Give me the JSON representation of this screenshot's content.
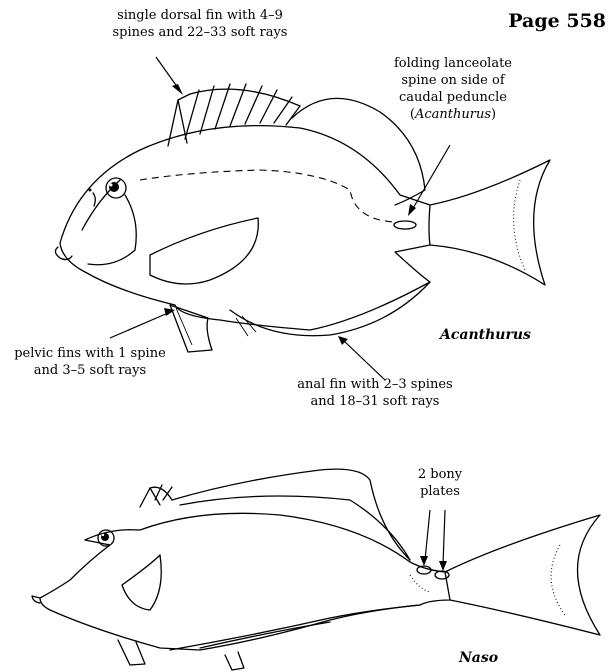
{
  "page_number": "Page 558",
  "fish_1": {
    "name": "Acanthurus",
    "dorsal_label": [
      "single dorsal fin with 4–9",
      "spines and 22–33 soft rays"
    ],
    "peduncle_label": {
      "lines": [
        "folding lanceolate",
        "spine on side of",
        "caudal peduncle"
      ],
      "paren_open": "(",
      "genus": "Acanthurus",
      "paren_close": ")"
    },
    "pelvic_label": [
      "pelvic fins with 1 spine",
      "and 3–5 soft rays"
    ],
    "anal_label": [
      "anal fin with 2–3 spines",
      "and 18–31 soft rays"
    ]
  },
  "fish_2": {
    "name": "Naso",
    "plates_label": [
      "2 bony",
      "plates"
    ]
  }
}
